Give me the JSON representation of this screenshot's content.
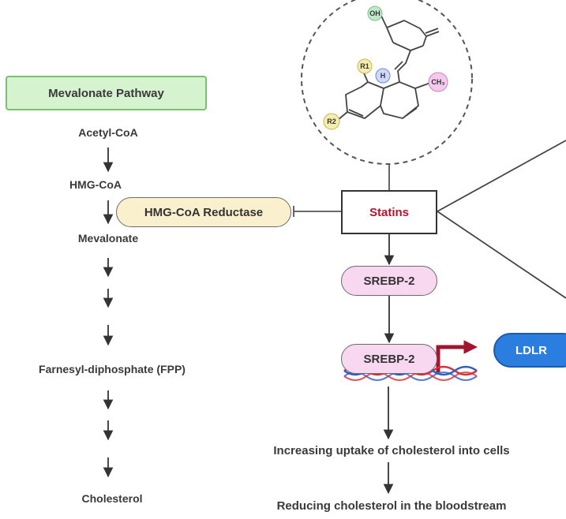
{
  "pathway": {
    "title": "Mevalonate Pathway",
    "steps": [
      "Acetyl-CoA",
      "HMG-CoA",
      "Mevalonate",
      "Farnesyl-diphosphate (FPP)",
      "Cholesterol"
    ]
  },
  "enzyme": "HMG-CoA Reductase",
  "drug": "Statins",
  "molecule": {
    "labels": [
      "OH",
      "R1",
      "H",
      "CH₃",
      "R2"
    ]
  },
  "srebp": [
    "SREBP-2",
    "SREBP-2"
  ],
  "ldlr": "LDLR",
  "outcomes": [
    "Increasing uptake of cholesterol into cells",
    "Reducing cholesterol in the bloodstream"
  ],
  "colors": {
    "pathway_box": "#d6f3cf",
    "enzyme_pill": "#fbf0cd",
    "srebp_pill": "#f8d8f1",
    "statins_text": "#b3142f",
    "ldlr_pill": "#2b7de0",
    "promoter_arrow": "#a3142f",
    "dna_red": "#d8303a",
    "dna_blue": "#2f5ec0"
  }
}
